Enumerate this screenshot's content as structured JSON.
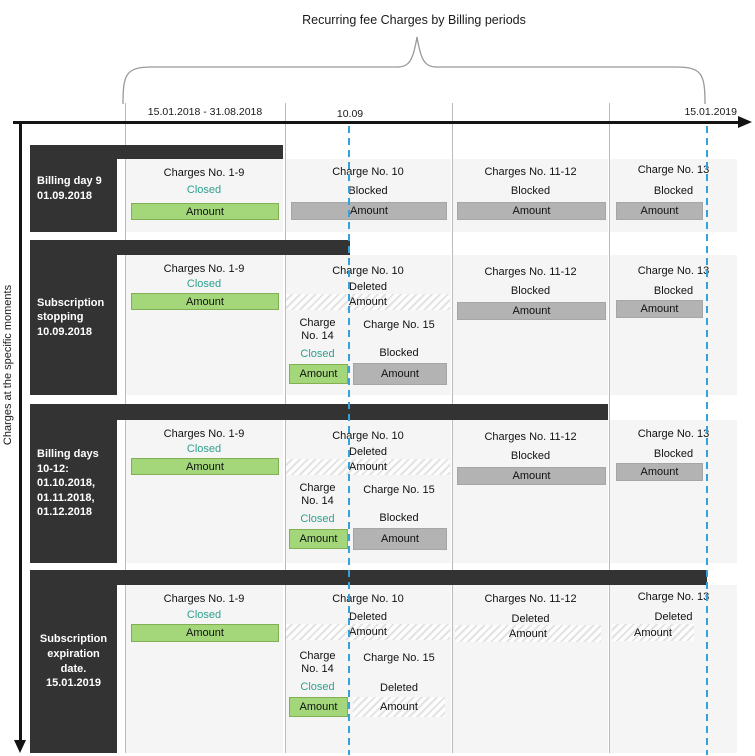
{
  "title": "Recurring fee Charges by Billing periods",
  "axis": {
    "left_label": "Charges at the specific moments",
    "range_label": "15.01.2018 - 31.08.2018",
    "mid_label": "10.09",
    "end_label": "15.01.2019"
  },
  "colors": {
    "dark": "#333333",
    "cell_background": "#f5f5f5",
    "green_fill": "#a3d77a",
    "green_border": "#82ae54",
    "gray_fill": "#b3b3b3",
    "closed_text": "#2da08e",
    "dashed_marker_blue": "#36a0da"
  },
  "rows": [
    {
      "label": "Billing day 9\n01.09.2018",
      "cells": [
        {
          "title": "Charges No. 1-9",
          "status": "Closed",
          "amount": "Amount"
        },
        {
          "title": "Charge No. 10",
          "status": "Blocked",
          "amount": "Amount"
        },
        {
          "title": "Charges No. 11-12",
          "status": "Blocked",
          "amount": "Amount"
        },
        {
          "title": "Charge No. 13",
          "status": "Blocked",
          "amount": "Amount"
        }
      ]
    },
    {
      "label": "Subscription\nstopping\n10.09.2018",
      "cells": [
        {
          "title": "Charges No. 1-9",
          "status": "Closed",
          "amount": "Amount"
        },
        {
          "title": "Charge No. 10",
          "status": "Deleted",
          "amount": "Amount",
          "c14": {
            "title": "Charge\nNo. 14",
            "status": "Closed",
            "amount": "Amount"
          },
          "c15": {
            "title": "Charge No. 15",
            "status": "Blocked",
            "amount": "Amount"
          }
        },
        {
          "title": "Charges No. 11-12",
          "status": "Blocked",
          "amount": "Amount"
        },
        {
          "title": "Charge No. 13",
          "status": "Blocked",
          "amount": "Amount"
        }
      ]
    },
    {
      "label": "Billing days\n10-12:\n01.10.2018,\n01.11.2018,\n01.12.2018",
      "cells": [
        {
          "title": "Charges No. 1-9",
          "status": "Closed",
          "amount": "Amount"
        },
        {
          "title": "Charge No. 10",
          "status": "Deleted",
          "amount": "Amount",
          "c14": {
            "title": "Charge\nNo. 14",
            "status": "Closed",
            "amount": "Amount"
          },
          "c15": {
            "title": "Charge No. 15",
            "status": "Blocked",
            "amount": "Amount"
          }
        },
        {
          "title": "Charges No. 11-12",
          "status": "Blocked",
          "amount": "Amount"
        },
        {
          "title": "Charge No. 13",
          "status": "Blocked",
          "amount": "Amount"
        }
      ]
    },
    {
      "label": "Subscription\nexpiration\ndate.\n15.01.2019",
      "cells": [
        {
          "title": "Charges No. 1-9",
          "status": "Closed",
          "amount": "Amount"
        },
        {
          "title": "Charge No. 10",
          "status": "Deleted",
          "amount": "Amount",
          "c14": {
            "title": "Charge\nNo. 14",
            "status": "Closed",
            "amount": "Amount"
          },
          "c15": {
            "title": "Charge No. 15",
            "status": "Deleted",
            "amount": "Amount"
          }
        },
        {
          "title": "Charges No. 11-12",
          "status": "Deleted",
          "amount": "Amount"
        },
        {
          "title": "Charge No. 13",
          "status": "Deleted",
          "amount": "Amount"
        }
      ]
    }
  ]
}
